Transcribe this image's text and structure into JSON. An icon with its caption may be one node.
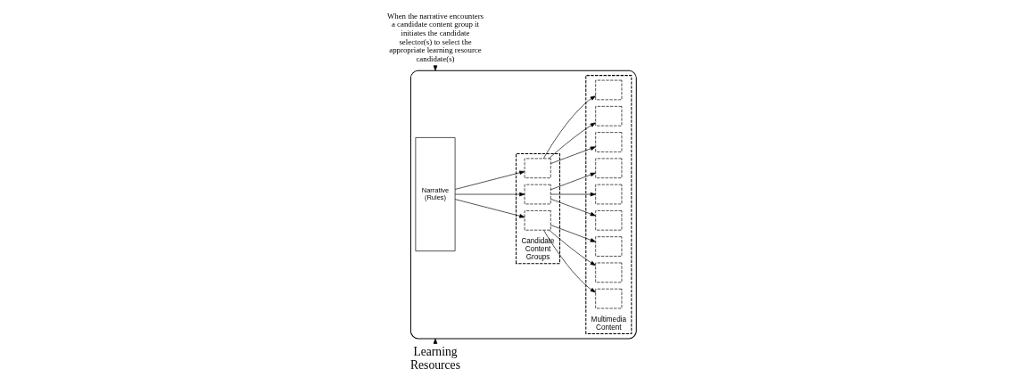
{
  "diagram": {
    "nodes": [
      {
        "text": [
          "Learning Resources"
        ]
      },
      {
        "text": [],
        "shape": "ellipse"
      },
      {
        "text": [
          "Narrative (Rules)"
        ],
        "in": 1
      },
      {
        "text": [
          "Candidate Content Groups"
        ],
        "in": 1
      },
      {
        "text": [],
        "shape": "box",
        "in": 3
      },
      {
        "text": [],
        "shape": "box",
        "in": 3
      },
      {
        "text": [],
        "shape": "box",
        "in": 3
      },
      {
        "text": [
          "Multimedia Content"
        ],
        "in": 1
      },
      {
        "text": [],
        "shape": "box",
        "in": 7
      },
      {
        "text": [],
        "shape": "box",
        "in": 7
      },
      {
        "text": [],
        "shape": "box",
        "in": 7
      },
      {
        "text": [],
        "shape": "box",
        "in": 7
      },
      {
        "text": [],
        "shape": "box",
        "in": 7
      },
      {
        "text": [],
        "shape": "box",
        "in": 7
      },
      {
        "text": [],
        "shape": "box",
        "in": 7
      },
      {
        "text": [],
        "shape": "box",
        "in": 7
      },
      {
        "text": [],
        "shape": "box",
        "in": 7
      },
      {
        "text": [
          "When the narrative encounters a candidate content group it initiates the candidate selector(s) to select the appropriate learning resource candidate(s)"
        ]
      }
    ],
    "edges": [
      {
        "from": 0,
        "to": 1,
        "arrow": "to"
      },
      {
        "from": 2,
        "to": 4,
        "arrow": "to"
      },
      {
        "from": 2,
        "to": 5,
        "arrow": "to"
      },
      {
        "from": 2,
        "to": 6,
        "arrow": "to"
      },
      {
        "from": 4,
        "to": 8,
        "arrow": "to"
      },
      {
        "from": 4,
        "to": 9,
        "arrow": "to"
      },
      {
        "from": 4,
        "to": 10,
        "arrow": "to"
      },
      {
        "from": 5,
        "to": 11,
        "arrow": "to"
      },
      {
        "from": 5,
        "to": 12,
        "arrow": "to"
      },
      {
        "from": 5,
        "to": 13,
        "arrow": "to"
      },
      {
        "from": 6,
        "to": 14,
        "arrow": "to"
      },
      {
        "from": 6,
        "to": 15,
        "arrow": "to"
      },
      {
        "from": 6,
        "to": 16,
        "arrow": "to"
      },
      {
        "from": 17,
        "to": 1,
        "arrow": "to"
      }
    ]
  }
}
